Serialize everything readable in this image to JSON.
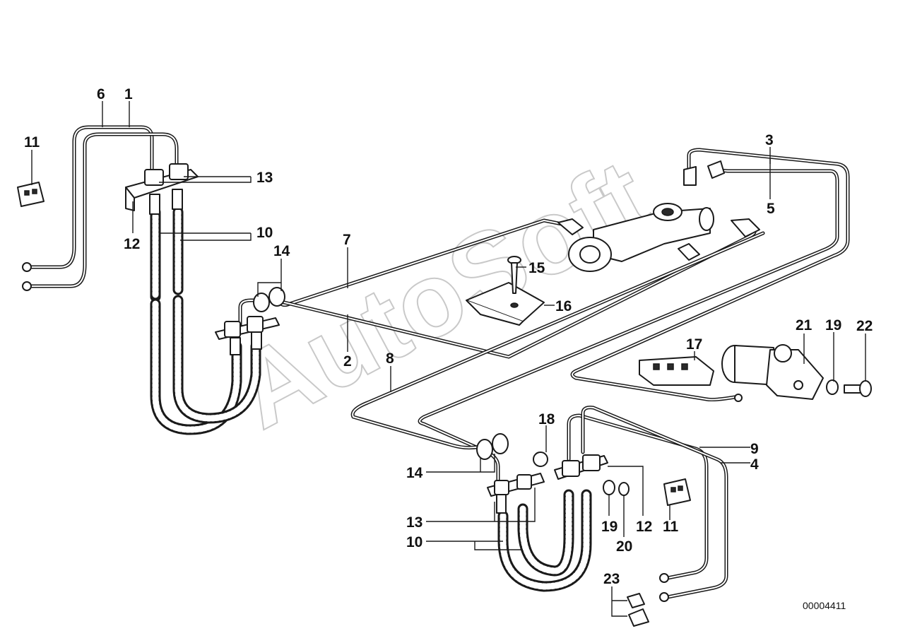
{
  "diagram": {
    "watermark_text": "AutoSoft",
    "part_number": "00004411",
    "callouts": [
      "6",
      "1",
      "11",
      "13",
      "12",
      "10",
      "14",
      "7",
      "15",
      "16",
      "2",
      "8",
      "3",
      "5",
      "21",
      "19",
      "22",
      "17",
      "18",
      "9",
      "4",
      "14",
      "13",
      "10",
      "19",
      "12",
      "20",
      "11",
      "23"
    ]
  }
}
